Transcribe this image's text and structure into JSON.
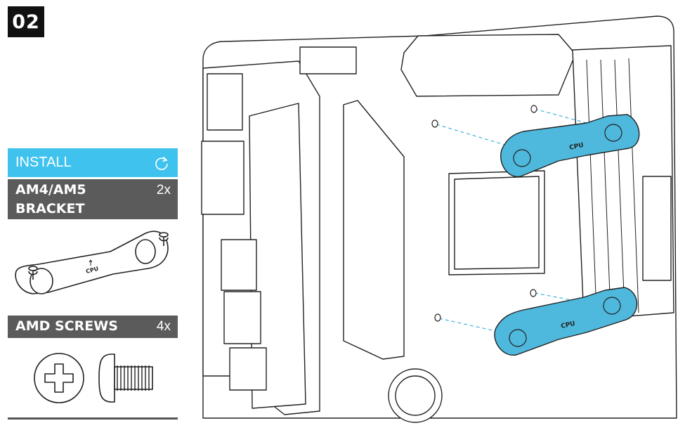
{
  "step": {
    "number": "02"
  },
  "install": {
    "label": "INSTALL",
    "icon": "refresh-arrow-icon"
  },
  "parts": [
    {
      "name_line1": "AM4/AM5",
      "name_line2": "BRACKET",
      "quantity": "2x",
      "bracket_label": "CPU"
    },
    {
      "name": "AMD SCREWS",
      "quantity": "4x"
    }
  ],
  "illustration": {
    "bracket_label": "CPU",
    "highlight_color": "#4fb8dd",
    "icons": [
      "motherboard",
      "am4-am5-bracket",
      "amd-screw"
    ]
  }
}
